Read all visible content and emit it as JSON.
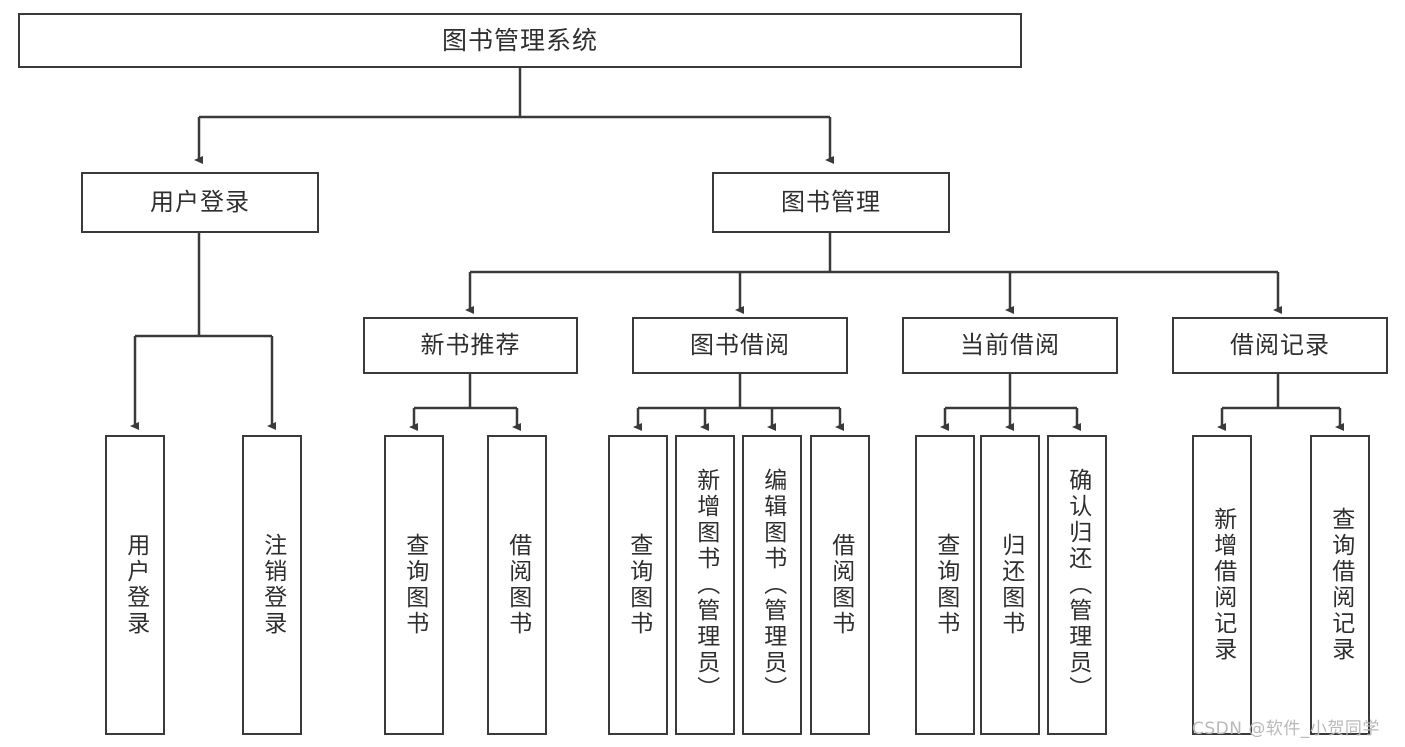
{
  "diagram": {
    "title": "图书管理系统",
    "type": "tree-hierarchy-chart",
    "stroke_color": "#3a3a3a",
    "fill_color": "#ffffff",
    "background": "#ffffff"
  },
  "nodes": {
    "root": {
      "label": "图书管理系统"
    },
    "level1": [
      {
        "label": "用户登录"
      },
      {
        "label": "图书管理"
      }
    ],
    "level2": [
      {
        "label": "新书推荐"
      },
      {
        "label": "图书借阅"
      },
      {
        "label": "当前借阅"
      },
      {
        "label": "借阅记录"
      }
    ],
    "leaves": {
      "user_login": [
        {
          "label": "用户登录"
        },
        {
          "label": "注销登录"
        }
      ],
      "new_book_recommend": [
        {
          "label": "查询图书"
        },
        {
          "label": "借阅图书"
        }
      ],
      "book_borrow": [
        {
          "label": "查询图书"
        },
        {
          "label": "新增图书（管理员）"
        },
        {
          "label": "编辑图书（管理员）"
        },
        {
          "label": "借阅图书"
        }
      ],
      "current_borrow": [
        {
          "label": "查询图书"
        },
        {
          "label": "归还图书"
        },
        {
          "label": "确认归还（管理员）"
        }
      ],
      "borrow_record": [
        {
          "label": "新增借阅记录"
        },
        {
          "label": "查询借阅记录"
        }
      ]
    }
  },
  "watermark": {
    "text": "CSDN @软件_小贺同学"
  }
}
